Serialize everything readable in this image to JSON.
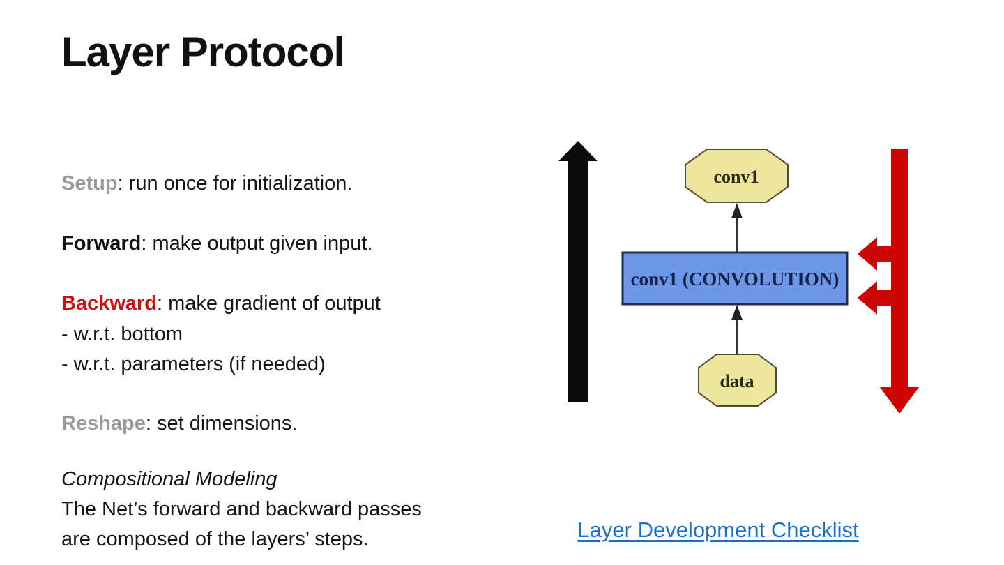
{
  "slide": {
    "title": "Layer Protocol",
    "background_color": "#ffffff"
  },
  "protocol_items": [
    {
      "term": "Setup",
      "term_color": "#9b9b9b",
      "rest": ": run once for initialization."
    },
    {
      "term": "Forward",
      "term_color": "#111111",
      "rest": ": make output given input."
    },
    {
      "term": "Backward",
      "term_color": "#cc1111",
      "rest": ": make gradient of output",
      "bullets": [
        "- w.r.t. bottom",
        "- w.r.t. parameters (if needed)"
      ]
    },
    {
      "term": "Reshape",
      "term_color": "#9b9b9b",
      "rest": ": set dimensions."
    }
  ],
  "composition": {
    "heading": "Compositional Modeling",
    "line1": "The Net’s forward and backward passes",
    "line2": "are composed of the layers’ steps."
  },
  "diagram": {
    "top_node_label": "conv1",
    "layer_box_label": "conv1 (CONVOLUTION)",
    "bottom_node_label": "data",
    "forward_arrow_color": "#0a0a0a",
    "backward_arrow_color": "#cc0505",
    "node_fill": "#ece79c",
    "node_stroke": "#4d4d33",
    "box_fill": "#6d96e6",
    "box_stroke": "#1e2c54",
    "box_text_color": "#16204a",
    "node_text_color": "#2a2a12"
  },
  "link": {
    "label": "Layer Development Checklist",
    "color": "#1f6fc5"
  }
}
